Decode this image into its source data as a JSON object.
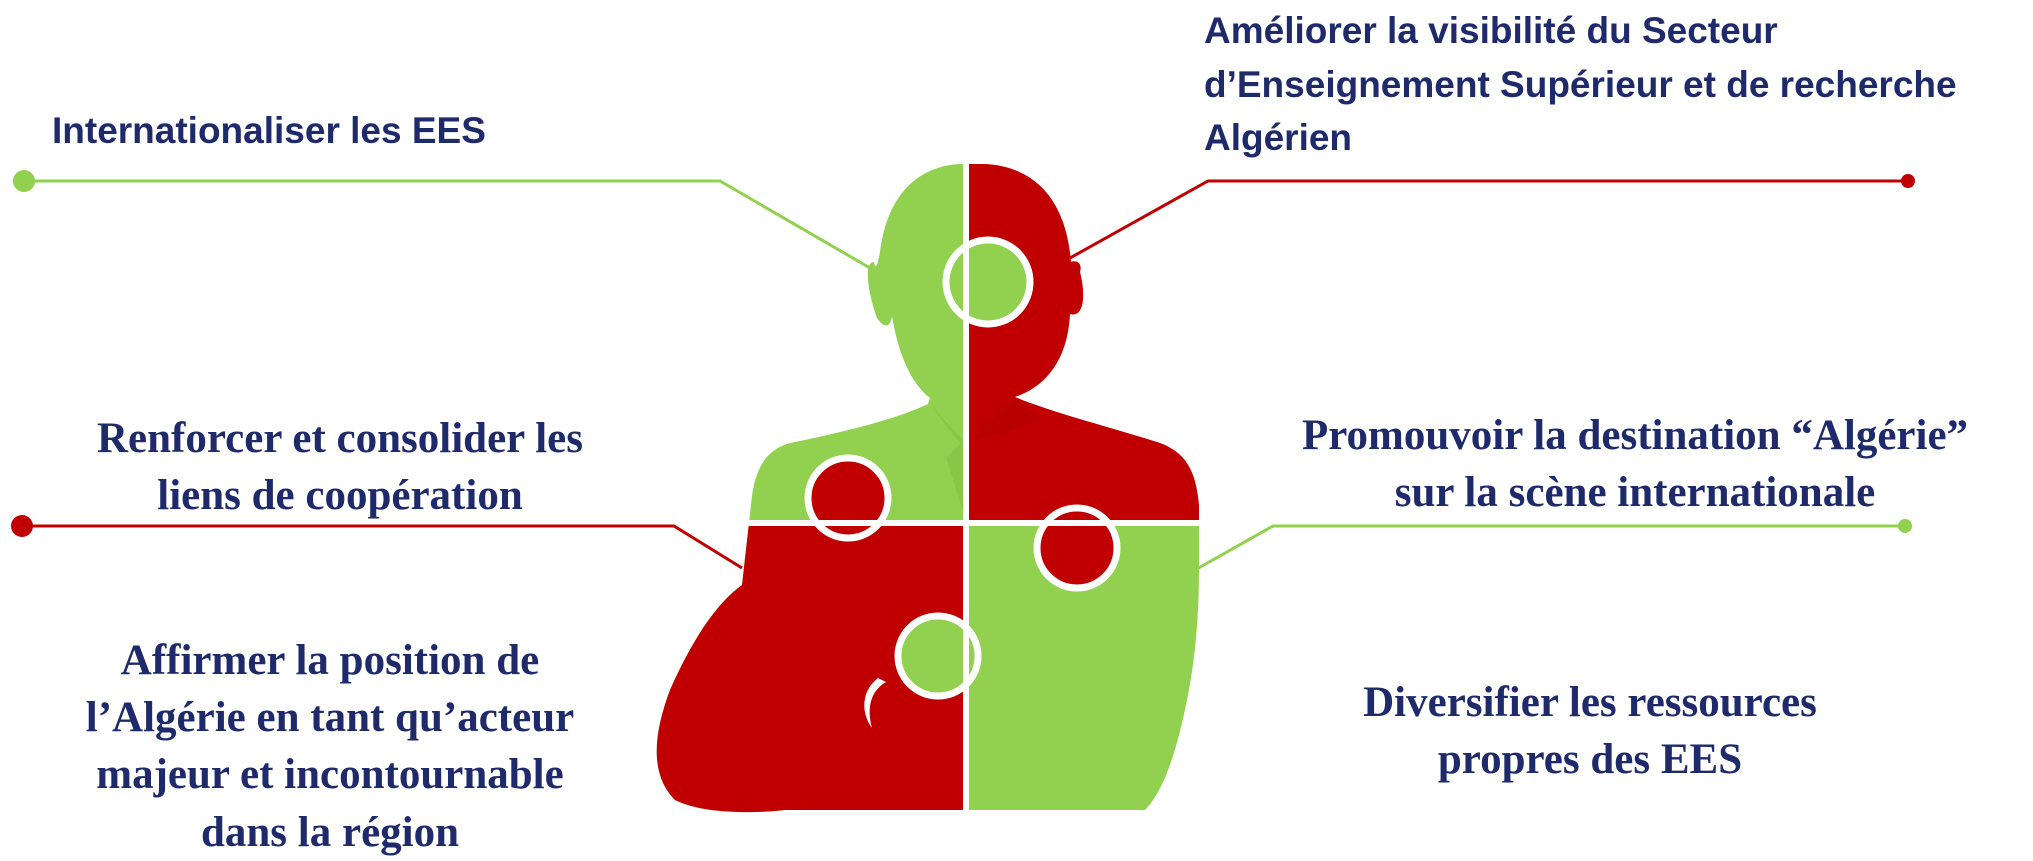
{
  "colors": {
    "green": "#92d050",
    "red": "#c00000",
    "text": "#1f2a6b",
    "white": "#ffffff"
  },
  "labels": {
    "top_left": "Internationaliser les EES",
    "top_right_line1": "Améliorer la visibilité du Secteur",
    "top_right_line2": "d’Enseignement Supérieur et de recherche",
    "top_right_line3": "Algérien",
    "mid_left_line1": "Renforcer et consolider les",
    "mid_left_line2": "liens de coopération",
    "mid_right_line1": "Promouvoir la destination “Algérie”",
    "mid_right_line2": "sur la scène internationale",
    "bottom_left_line1": "Affirmer la position de",
    "bottom_left_line2": "l’Algérie en tant qu’acteur",
    "bottom_left_line3": "majeur et incontournable",
    "bottom_left_line4": "dans la région",
    "bottom_right_line1": "Diversifier les ressources",
    "bottom_right_line2": "propres des EES"
  },
  "illustration": {
    "figure": "businessman-silhouette-puzzle",
    "quadrants": [
      "green",
      "red",
      "red",
      "green"
    ]
  }
}
